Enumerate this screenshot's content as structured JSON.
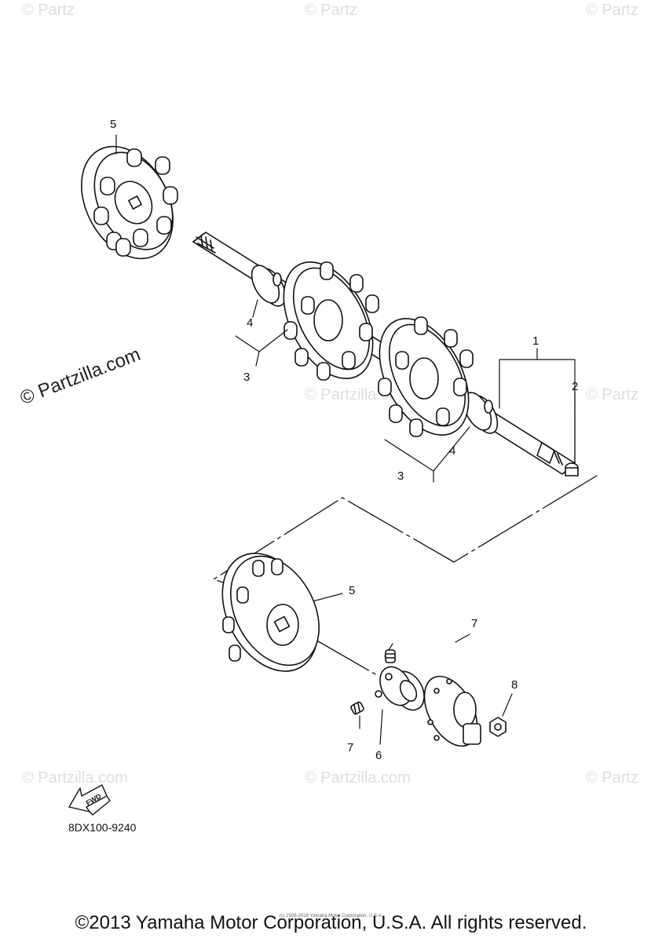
{
  "watermark": {
    "text": "© Partzilla.com",
    "text_short": "© Partz"
  },
  "callouts": {
    "c1": "1",
    "c2": "2",
    "c3a": "3",
    "c3b": "3",
    "c4a": "4",
    "c4b": "4",
    "c5a": "5",
    "c5b": "5",
    "c6": "6",
    "c7a": "7",
    "c7b": "7",
    "c8": "8"
  },
  "fwd_label": "FWD",
  "drawing_code": "8DX100-9240",
  "tiny_credit": "(c) 2006-2016 Yamaha Motor Corporation, U.S.A.",
  "copyright": "©2013 Yamaha Motor Corporation, U.S.A. All rights reserved."
}
